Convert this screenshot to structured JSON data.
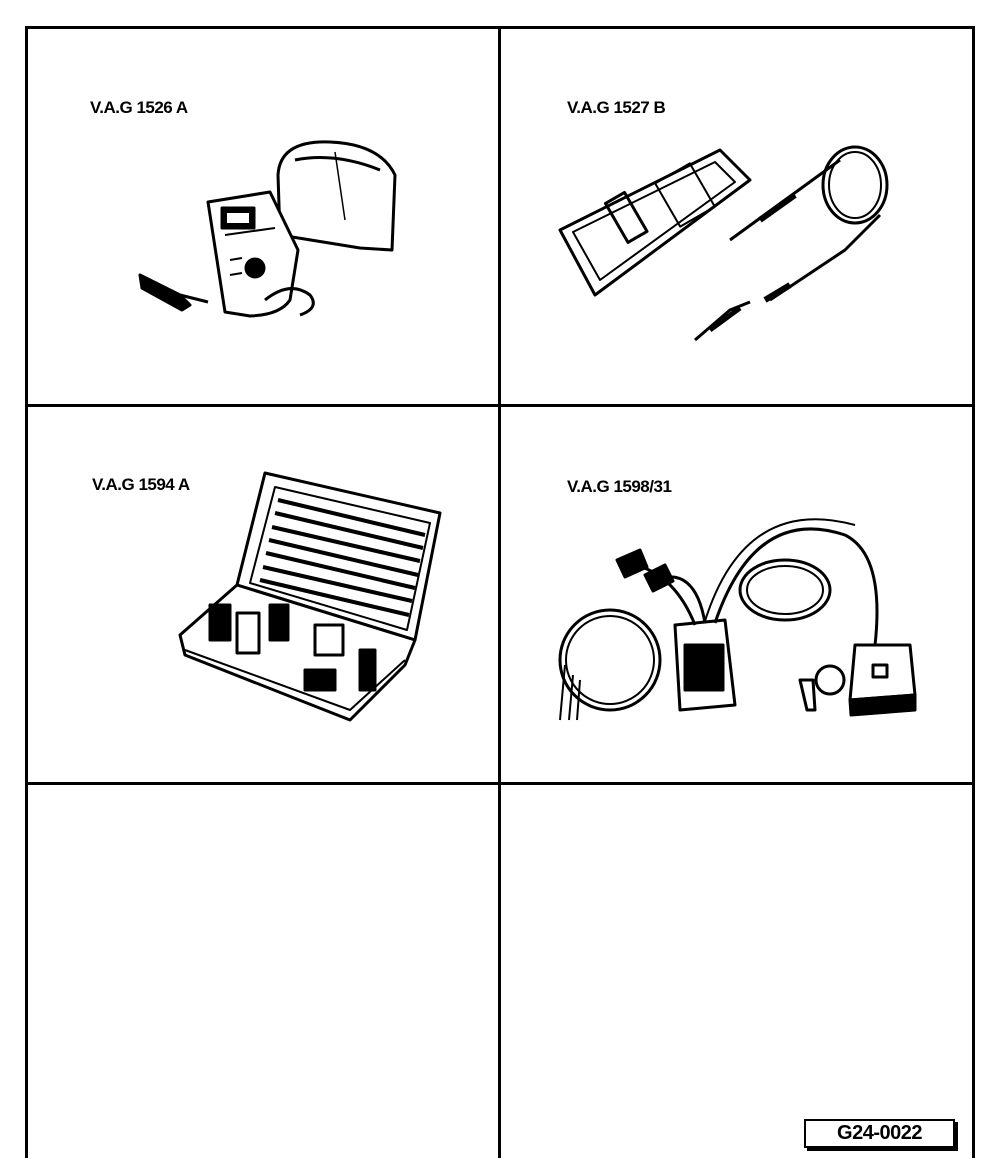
{
  "panels": [
    {
      "label": "V.A.G 1526 A",
      "icon": "multimeter-with-case"
    },
    {
      "label": "V.A.G 1527 B",
      "icon": "voltage-tester-with-leads"
    },
    {
      "label": "V.A.G 1594 A",
      "icon": "adapter-set-case"
    },
    {
      "label": "V.A.G 1598/31",
      "icon": "test-box-adapter-cables"
    }
  ],
  "reference_code": "G24-0022"
}
